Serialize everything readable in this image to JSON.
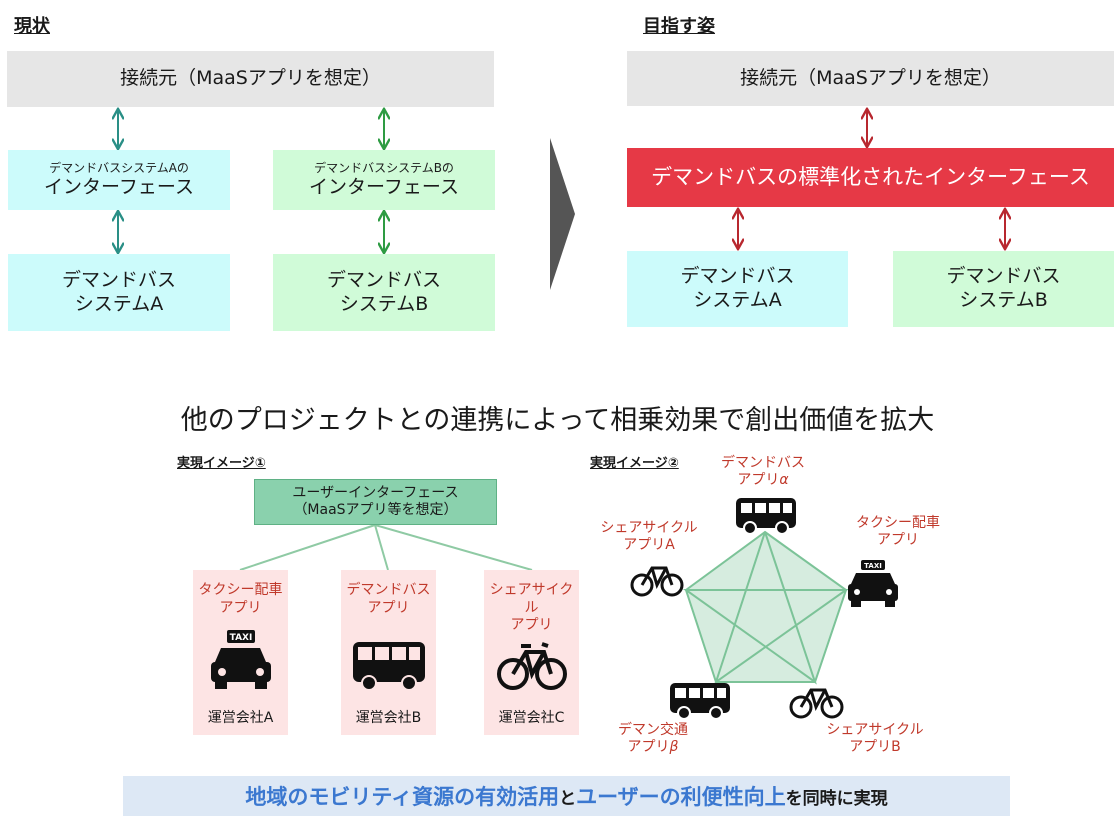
{
  "current": {
    "heading": "現状",
    "source": "接続元（MaaSアプリを想定）",
    "iface_a": [
      "デマンドバスシステムAの",
      "インターフェース"
    ],
    "iface_b": [
      "デマンドバスシステムBの",
      "インターフェース"
    ],
    "system_a": [
      "デマンドバス",
      "システムA"
    ],
    "system_b": [
      "デマンドバス",
      "システムB"
    ]
  },
  "target": {
    "heading": "目指す姿",
    "source": "接続元（MaaSアプリを想定）",
    "iface": "デマンドバスの標準化されたインターフェース",
    "system_a": [
      "デマンドバス",
      "システムA"
    ],
    "system_b": [
      "デマンドバス",
      "システムB"
    ]
  },
  "synergy": "他のプロジェクトとの連携によって相乗効果で創出価値を拡大",
  "image1": {
    "label": "実現イメージ①",
    "ui": [
      "ユーザーインターフェース",
      "（MaaSアプリ等を想定）"
    ],
    "cards": [
      {
        "title": [
          "タクシー配車",
          "アプリ"
        ],
        "icon": "taxi-icon",
        "operator": "運営会社A"
      },
      {
        "title": [
          "デマンドバス",
          "アプリ"
        ],
        "icon": "bus-icon",
        "operator": "運営会社B"
      },
      {
        "title": [
          "シェアサイクル",
          "アプリ"
        ],
        "icon": "bicycle-icon",
        "operator": "運営会社C"
      }
    ]
  },
  "image2": {
    "label": "実現イメージ②",
    "top": [
      "デマンドバス",
      "アプリ",
      "α"
    ],
    "left": [
      "シェアサイクル",
      "アプリA"
    ],
    "right": [
      "タクシー配車",
      "アプリ"
    ],
    "bottom_left": [
      "デマン交通",
      "アプリ",
      "β"
    ],
    "bottom_right": [
      "シェアサイクル",
      "アプリB"
    ]
  },
  "conclusion": {
    "part1": "地域のモビリティ資源の有効活用",
    "part2": "と",
    "part3": "ユーザーの利便性向上",
    "part4": "を同時に実現"
  },
  "colors": {
    "teal_arrow": "#2a8f86",
    "green_arrow": "#2e9b43",
    "red_arrow": "#b8282f",
    "red_band": "#e63946",
    "pentagon_fill": "#d6ecdf",
    "pentagon_line": "#7cc398",
    "blue_text": "#3b78d0"
  }
}
